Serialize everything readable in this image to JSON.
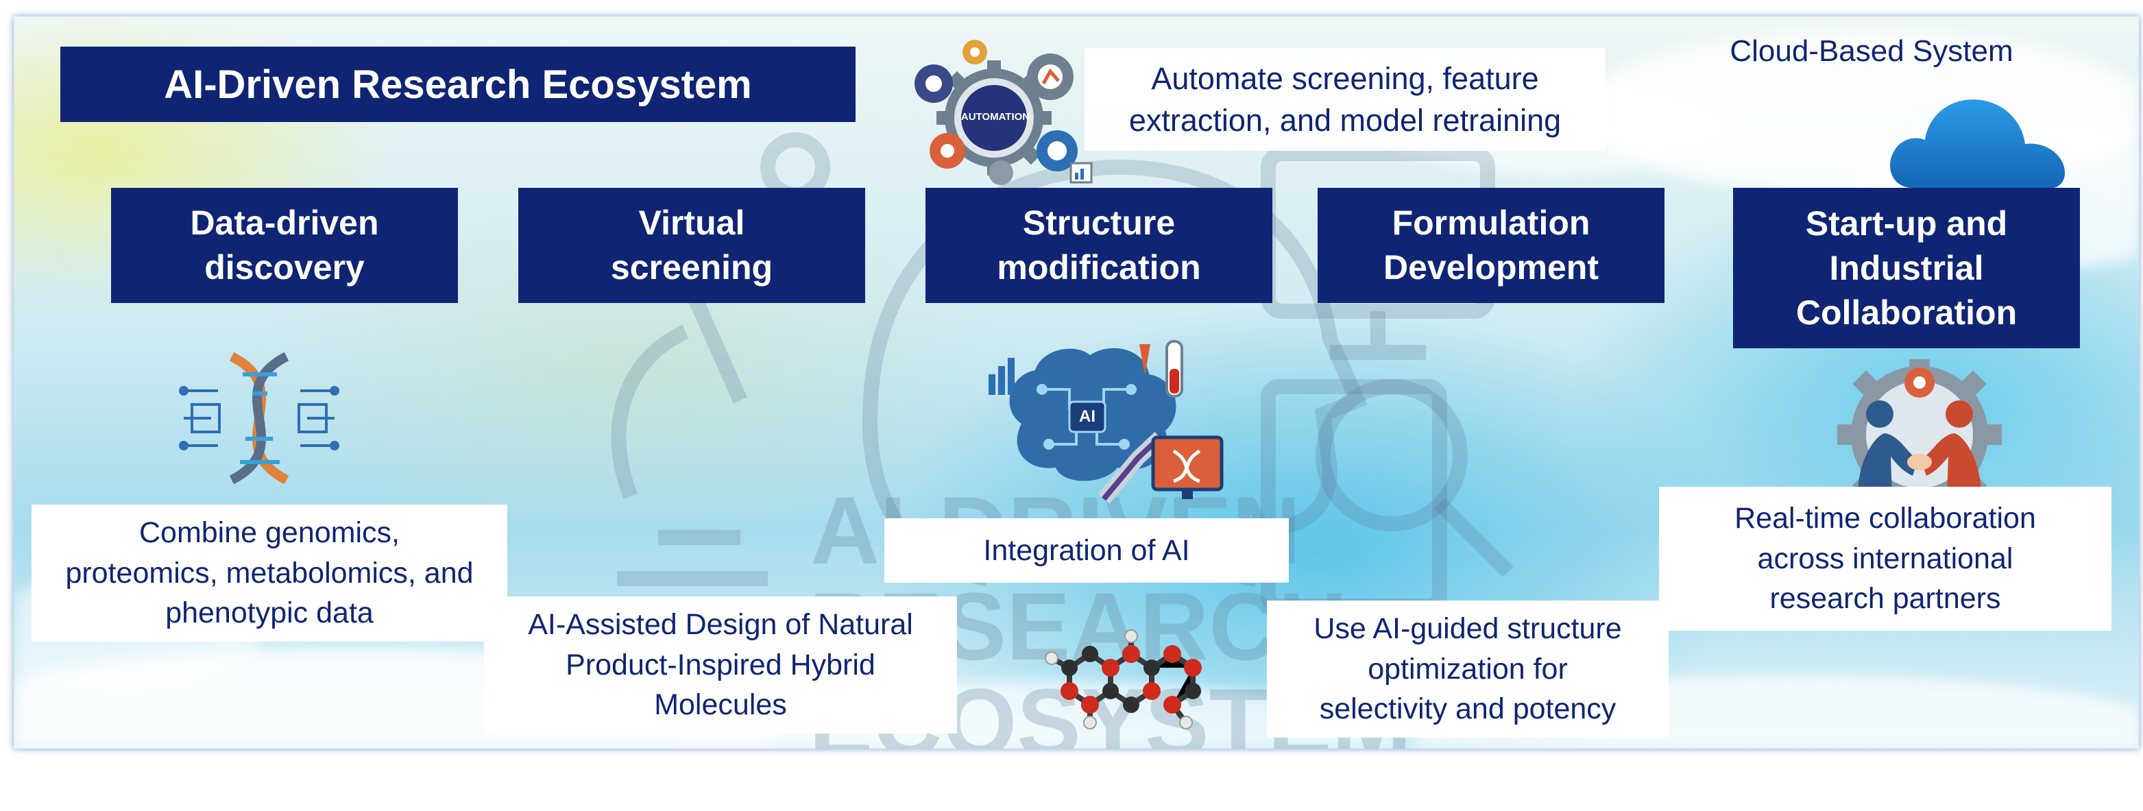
{
  "title": "AI-Driven Research Ecosystem",
  "cloud_label": "Cloud-Based System",
  "automation": {
    "note": "Automate screening, feature\nextraction, and model retraining",
    "badge": "AUTOMATION"
  },
  "watermark": "AI-DRIVEN\nRESEARCH\nECOSYSTEM",
  "stages": [
    {
      "label": "Data-driven\ndiscovery"
    },
    {
      "label": "Virtual\nscreening"
    },
    {
      "label": "Structure\nmodification"
    },
    {
      "label": "Formulation\nDevelopment"
    },
    {
      "label": "Start-up and\nIndustrial\nCollaboration"
    }
  ],
  "notes": [
    {
      "text": "Combine genomics,\nproteomics, metabolomics, and\nphenotypic data"
    },
    {
      "text": "AI-Assisted Design of Natural\nProduct-Inspired Hybrid\nMolecules"
    },
    {
      "text": "Integration of AI"
    },
    {
      "text": "Use AI-guided structure\noptimization for\nselectivity and potency"
    },
    {
      "text": "Real-time collaboration\nacross international\nresearch partners"
    }
  ],
  "ai_chip_label": "AI",
  "colors": {
    "navy": "#0f2574",
    "cloud_blue": "#1e7fd1",
    "gear_gray": "#6e7f8f",
    "dna_orange": "#e0823a",
    "molecule_red": "#cf2a1e"
  },
  "icons": [
    "gear-icon",
    "cloud-icon",
    "dna-circuit-icon",
    "ai-brain-icon",
    "molecule-icon",
    "handshake-gear-icon"
  ]
}
